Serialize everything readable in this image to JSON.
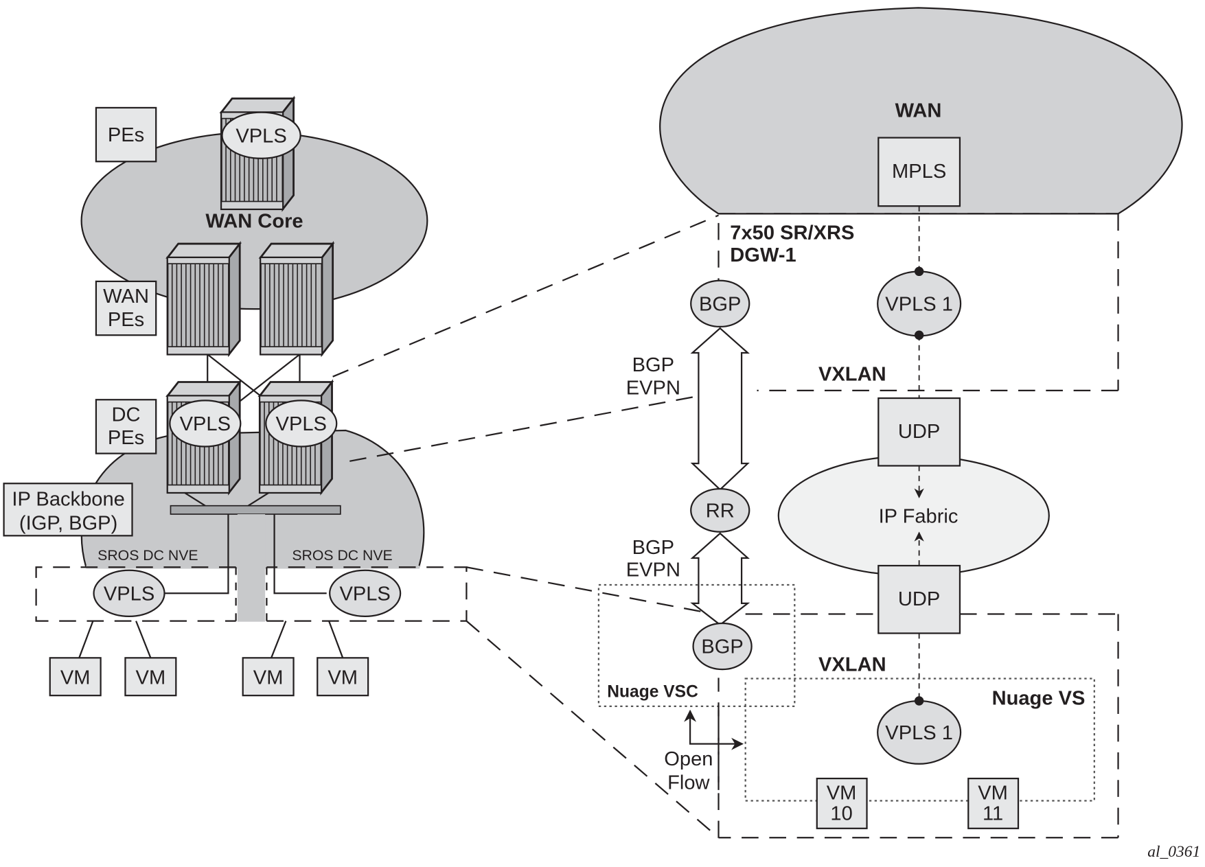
{
  "left": {
    "pes_label": "PEs",
    "wan_core_label": "WAN Core",
    "wan_pes_label": [
      "WAN",
      "PEs"
    ],
    "dc_pes_label": [
      "DC",
      "PEs"
    ],
    "ip_backbone_label": [
      "IP Backbone",
      "(IGP, BGP)"
    ],
    "top_router_service": "VPLS",
    "dc_router_services": [
      "VPLS",
      "VPLS"
    ],
    "nve_labels": [
      "SROS DC NVE",
      "SROS DC NVE"
    ],
    "nve_services": [
      "VPLS",
      "VPLS"
    ],
    "vms": [
      "VM",
      "VM",
      "VM",
      "VM"
    ]
  },
  "right": {
    "wan_label": "WAN",
    "mpls_label": "MPLS",
    "dgw_label": [
      "7x50 SR/XRS",
      "DGW-1"
    ],
    "dgw_bgp": "BGP",
    "dgw_vpls": "VPLS 1",
    "vxlan_top": "VXLAN",
    "bgp_evpn_top": [
      "BGP",
      "EVPN"
    ],
    "udp_top": "UDP",
    "ip_fabric": "IP Fabric",
    "rr": "RR",
    "bgp_evpn_bottom": [
      "BGP",
      "EVPN"
    ],
    "udp_bottom": "UDP",
    "vsc_bgp": "BGP",
    "vxlan_bottom": "VXLAN",
    "vsc_label": "Nuage VSC",
    "vs_label": "Nuage VS",
    "vs_vpls": "VPLS 1",
    "openflow_label": [
      "Open",
      "Flow"
    ],
    "vms": [
      [
        "VM",
        "10"
      ],
      [
        "VM",
        "11"
      ]
    ]
  },
  "figure_id": "al_0361",
  "colors": {
    "cloud_fill": "#c8c9cb",
    "box_fill": "#e6e7e8",
    "ellipse_fill": "#dcdddf",
    "fabric_fill": "#f0f1f1",
    "line": "#231f20"
  }
}
